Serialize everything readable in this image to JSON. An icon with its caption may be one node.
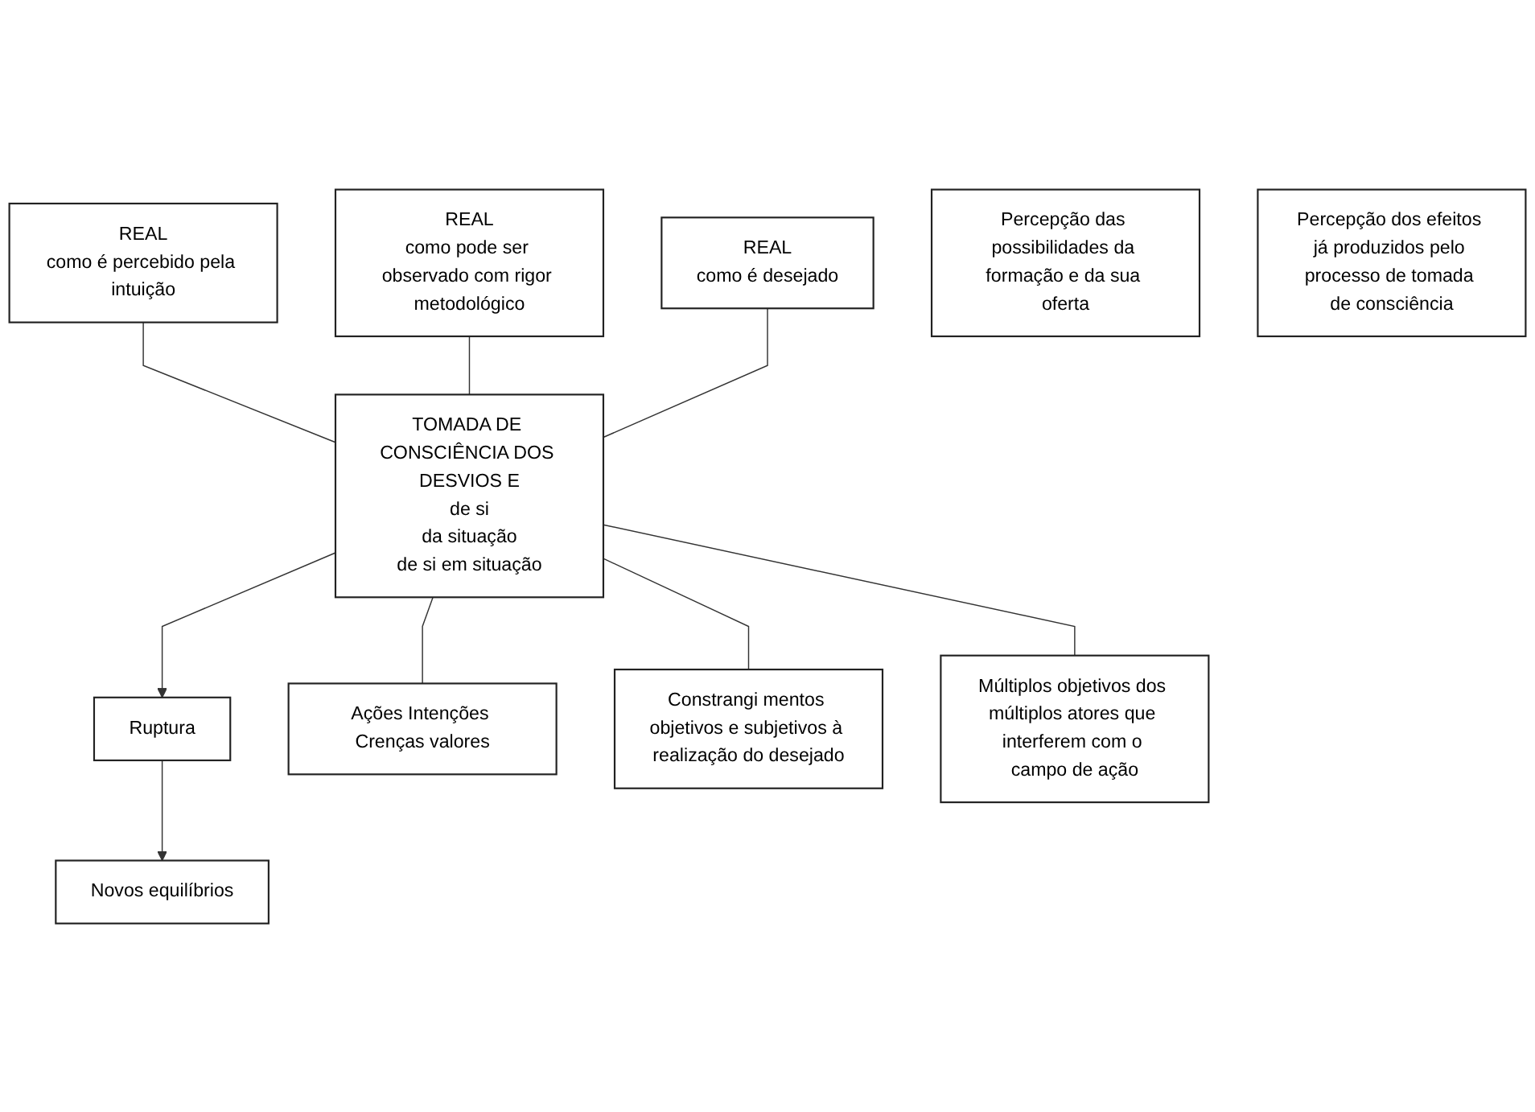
{
  "diagram": {
    "nodes": [
      {
        "text": [
          "REAL",
          "como é percebido pela intuição"
        ]
      },
      {
        "text": [
          "REAL",
          "como pode ser observado com rigor metodológico"
        ]
      },
      {
        "text": [
          "REAL",
          "como é desejado"
        ]
      },
      {
        "text": [
          "Percepção das possibilidades da formação e da sua oferta"
        ]
      },
      {
        "text": [
          "TOMADA DE CONSCIÊNCIA DOS DESVIOS E",
          "de si",
          "da situação",
          "de si em situação"
        ]
      },
      {
        "text": [
          "Ruptura"
        ]
      },
      {
        "text": [
          "Novos equilíbrios"
        ]
      },
      {
        "text": [
          "Percepção dos efeitos já produzidos pelo processo de tomada de consciência"
        ]
      },
      {
        "text": [
          "Ações Intenções Crenças valores"
        ]
      },
      {
        "text": [
          "Constrangi mentos objetivos e subjetivos à realização do desejado"
        ]
      },
      {
        "text": [
          "Múltiplos objetivos dos múltiplos atores que interferem com o campo de ação"
        ]
      }
    ],
    "edges": [
      {
        "from": 0,
        "to": 4,
        "arrow": "none"
      },
      {
        "from": 1,
        "to": 4,
        "arrow": "none"
      },
      {
        "from": 2,
        "to": 4,
        "arrow": "none"
      },
      {
        "from": 4,
        "to": 5,
        "arrow": "to"
      },
      {
        "from": 5,
        "to": 6,
        "arrow": "to"
      },
      {
        "from": 4,
        "to": 8,
        "arrow": "none"
      },
      {
        "from": 4,
        "to": 9,
        "arrow": "none"
      },
      {
        "from": 4,
        "to": 10,
        "arrow": "none"
      }
    ]
  }
}
